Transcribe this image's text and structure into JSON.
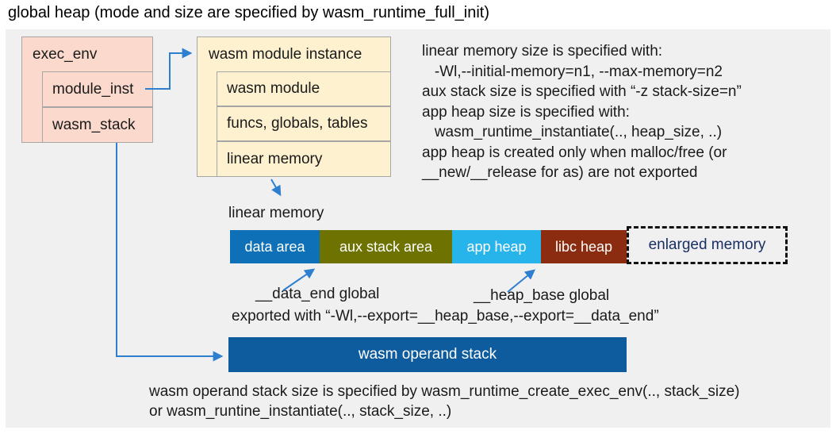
{
  "title": "global heap (mode and size are specified by wasm_runtime_full_init)",
  "exec_env": {
    "title": "exec_env",
    "rows": [
      {
        "label": "module_inst"
      },
      {
        "label": "wasm_stack"
      }
    ]
  },
  "module_instance": {
    "title": "wasm module instance",
    "rows": [
      {
        "label": "wasm module"
      },
      {
        "label": "funcs, globals, tables"
      },
      {
        "label": "linear memory"
      }
    ]
  },
  "notes": {
    "lines": [
      "linear memory size is specified with:",
      "   -Wl,--initial-memory=n1, --max-memory=n2",
      "aux stack size is specified with “-z stack-size=n”",
      "app heap size is specified with:",
      "   wasm_runtime_instantiate(.., heap_size, ..)",
      "app heap is created only when malloc/free (or",
      "__new/__release for as) are not exported"
    ]
  },
  "linear_memory": {
    "label": "linear memory",
    "segments": [
      {
        "label": "data area",
        "color": "#0e71b8"
      },
      {
        "label": "aux stack area",
        "color": "#6d7200"
      },
      {
        "label": "app heap",
        "color": "#27b4ea"
      },
      {
        "label": "libc heap",
        "color": "#8b2c10"
      }
    ],
    "enlarged": {
      "label": "enlarged memory",
      "text_color": "#1a2f63"
    }
  },
  "globals_labels": {
    "data_end": "__data_end global",
    "heap_base": "__heap_base global",
    "exported": "exported with “-Wl,--export=__heap_base,--export=__data_end”"
  },
  "operand_stack": {
    "label": "wasm operand stack",
    "color": "#0e5b9d"
  },
  "bottom_note": {
    "lines": [
      "wasm operand stack size is specified by wasm_runtime_create_exec_env(.., stack_size)",
      "or wasm_runtine_instantiate(.., stack_size, ..)"
    ]
  },
  "colors": {
    "panel_bg": "#f0f0f0",
    "exec_env_fill": "#fbd9cc",
    "module_instance_fill": "#fdf1cf",
    "box_border": "#a6a6a6",
    "arrow": "#2e7fd0",
    "operand_stack_fill": "#0e5b9d"
  }
}
